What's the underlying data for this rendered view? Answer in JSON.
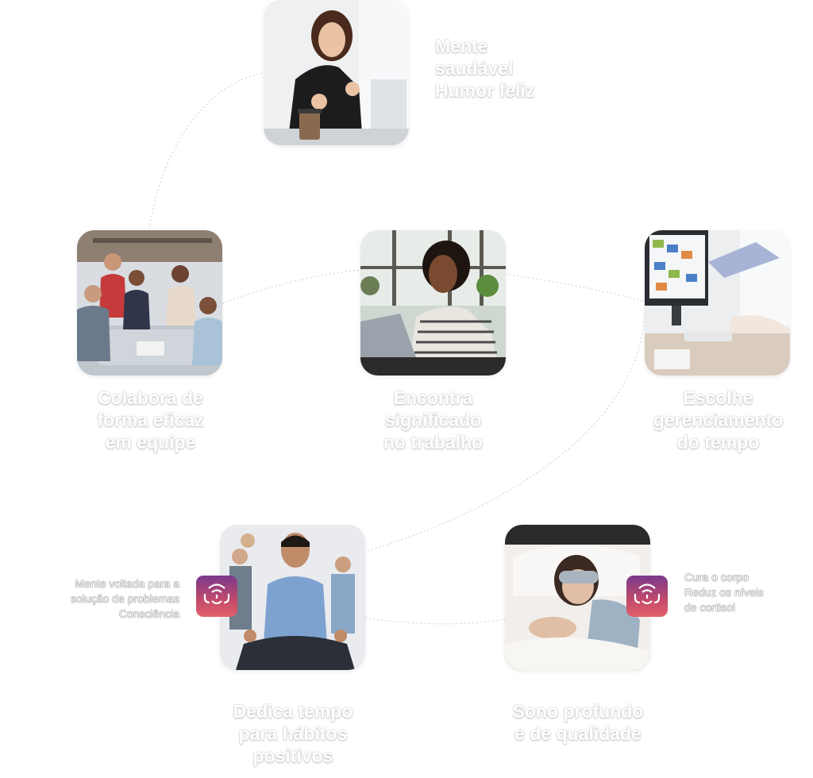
{
  "center": {
    "lines": [
      "Encontra",
      "significado",
      "no trabalho"
    ]
  },
  "top": {
    "lines": [
      "Mente",
      "saudável",
      "Humor feliz"
    ]
  },
  "left": {
    "lines": [
      "Colabora de",
      "forma eficaz",
      "em equipe"
    ]
  },
  "right": {
    "lines": [
      "Escolhe",
      "gerenciamento",
      "do tempo"
    ]
  },
  "bottom_left": {
    "lines": [
      "Dedica tempo",
      "para hábitos",
      "positivos"
    ],
    "note": [
      "Mente voltada para a",
      "solução de problemas",
      "Consciência"
    ]
  },
  "bottom_right": {
    "lines": [
      "Sono profundo",
      "e de qualidade"
    ],
    "note": [
      "Cura o corpo",
      "Reduz os níveis",
      "de cortisol"
    ]
  },
  "icons": {
    "badge": "meditation-face-icon",
    "photos": [
      "woman-celebrating-photo",
      "woman-laptop-photo",
      "team-high-five-photo",
      "calendar-monitor-photo",
      "man-meditating-photo",
      "woman-sleeping-photo"
    ]
  },
  "colors": {
    "badge_top": "#7a3a8c",
    "badge_bottom": "#e2626a",
    "connector": "#dcdcdc"
  }
}
